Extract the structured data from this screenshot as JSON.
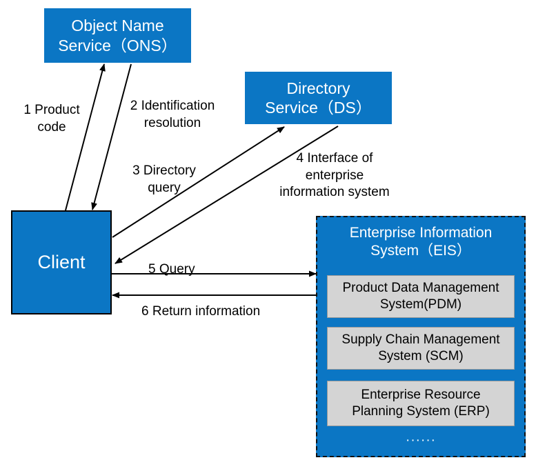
{
  "diagram": {
    "title": "Product information query flow via ONS, DS and EIS",
    "colors": {
      "node_blue": "#0b76c4",
      "sub_gray": "#d4d4d4",
      "edge_black": "#000000",
      "node_text": "#ffffff"
    },
    "nodes": {
      "ons": {
        "label": "Object Name\nService（ONS）"
      },
      "ds": {
        "label": "Directory\nService（DS）"
      },
      "client": {
        "label": "Client"
      },
      "eis": {
        "title": "Enterprise Information\nSystem（EIS）",
        "subsystems": [
          "Product Data Management\nSystem(PDM)",
          "Supply Chain Management\nSystem (SCM)",
          "Enterprise Resource\nPlanning System  (ERP)"
        ],
        "ellipsis": "······"
      }
    },
    "edges": [
      {
        "id": 1,
        "label": "1 Product\ncode",
        "from": "client",
        "to": "ons"
      },
      {
        "id": 2,
        "label": "2 Identification\nresolution",
        "from": "ons",
        "to": "client"
      },
      {
        "id": 3,
        "label": "3 Directory\nquery",
        "from": "client",
        "to": "ds"
      },
      {
        "id": 4,
        "label": "4  Interface of\nenterprise\ninformation system",
        "from": "ds",
        "to": "client"
      },
      {
        "id": 5,
        "label": "5  Query",
        "from": "client",
        "to": "eis"
      },
      {
        "id": 6,
        "label": "6 Return information",
        "from": "eis",
        "to": "client"
      }
    ]
  }
}
